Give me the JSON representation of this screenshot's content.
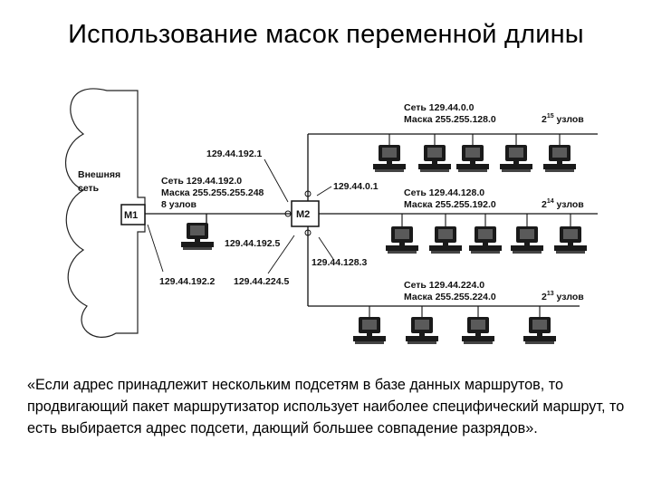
{
  "title": "Использование масок переменной длины",
  "quote": "«Если адрес принадлежит нескольким подсетям в базе данных маршрутов, то продвигающий пакет маршрутизатор использует наиболее специфический маршрут, то есть выбирается адрес подсети, дающий большее совпадение разрядов».",
  "diagram": {
    "cloud_label_1": "Внешняя",
    "cloud_label_2": "сеть",
    "router_m1": "M1",
    "router_m2": "M2",
    "ip_m2_top": "129.44.192.1",
    "ip_m1_bottom": "129.44.192.2",
    "ip_m2_bottom": "129.44.224.5",
    "ip_host_192_5": "129.44.192.5",
    "ip_m2_upper_right": "129.44.0.1",
    "ip_m2_lower_right": "129.44.128.3",
    "net_left": {
      "net": "Сеть 129.44.192.0",
      "mask": "Маска 255.255.255.248",
      "nodes": "8 узлов"
    },
    "net1": {
      "net": "Сеть 129.44.0.0",
      "mask": "Маска 255.255.128.0",
      "nodes_base": "2",
      "nodes_exp": "15",
      "nodes_suffix": " узлов"
    },
    "net2": {
      "net": "Сеть 129.44.128.0",
      "mask": "Маска 255.255.192.0",
      "nodes_base": "2",
      "nodes_exp": "14",
      "nodes_suffix": " узлов"
    },
    "net3": {
      "net": "Сеть 129.44.224.0",
      "mask": "Маска 255.255.224.0",
      "nodes_base": "2",
      "nodes_exp": "13",
      "nodes_suffix": " узлов"
    }
  }
}
